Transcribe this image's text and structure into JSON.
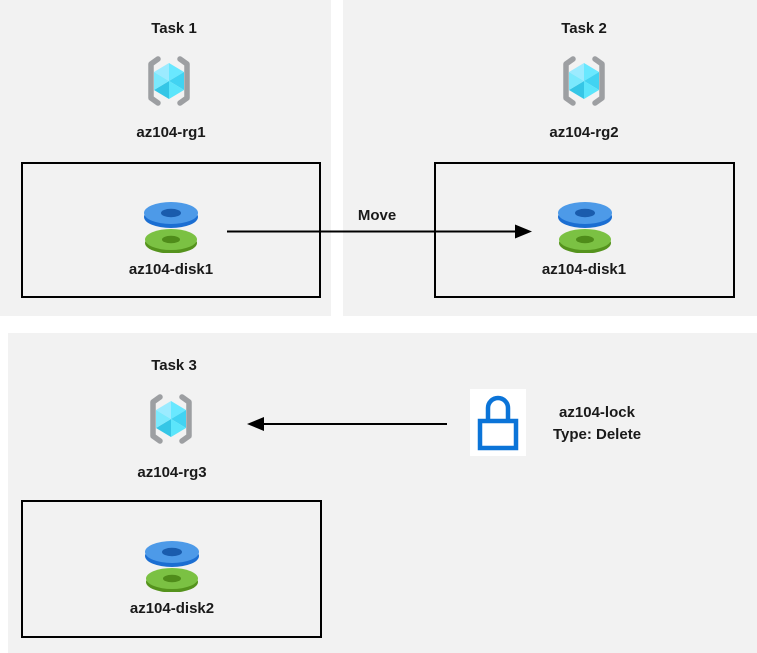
{
  "panels": [
    {
      "title": "Task 1",
      "rg_label": "az104-rg1",
      "disk_label": "az104-disk1",
      "rg_icon": "resource-group-icon",
      "disk_icon": "disk-icon"
    },
    {
      "title": "Task 2",
      "rg_label": "az104-rg2",
      "disk_label": "az104-disk1",
      "rg_icon": "resource-group-icon",
      "disk_icon": "disk-icon"
    },
    {
      "title": "Task 3",
      "rg_label": "az104-rg3",
      "disk_label": "az104-disk2",
      "rg_icon": "resource-group-icon",
      "disk_icon": "disk-icon"
    }
  ],
  "connections": {
    "move": {
      "label": "Move",
      "direction": "right"
    },
    "lock_to_rg3": {
      "label": "",
      "direction": "left"
    }
  },
  "lock": {
    "name": "az104-lock",
    "type_line": "Type: Delete",
    "icon": "lock-icon"
  },
  "colors": {
    "panel_bg": "#f2f2f2",
    "box_border": "#000000",
    "arrow": "#000000",
    "text": "#1a1a1a",
    "lock_blue": "#0b74d8",
    "bracket_gray": "#9d9fa2",
    "cube_cyan_light": "#9cebff",
    "cube_cyan": "#50e6ff",
    "disk_blue_top": "#4d9ae8",
    "disk_blue_rim": "#1b6ed2",
    "disk_green_top": "#7bc143",
    "disk_green_rim": "#55931d"
  }
}
